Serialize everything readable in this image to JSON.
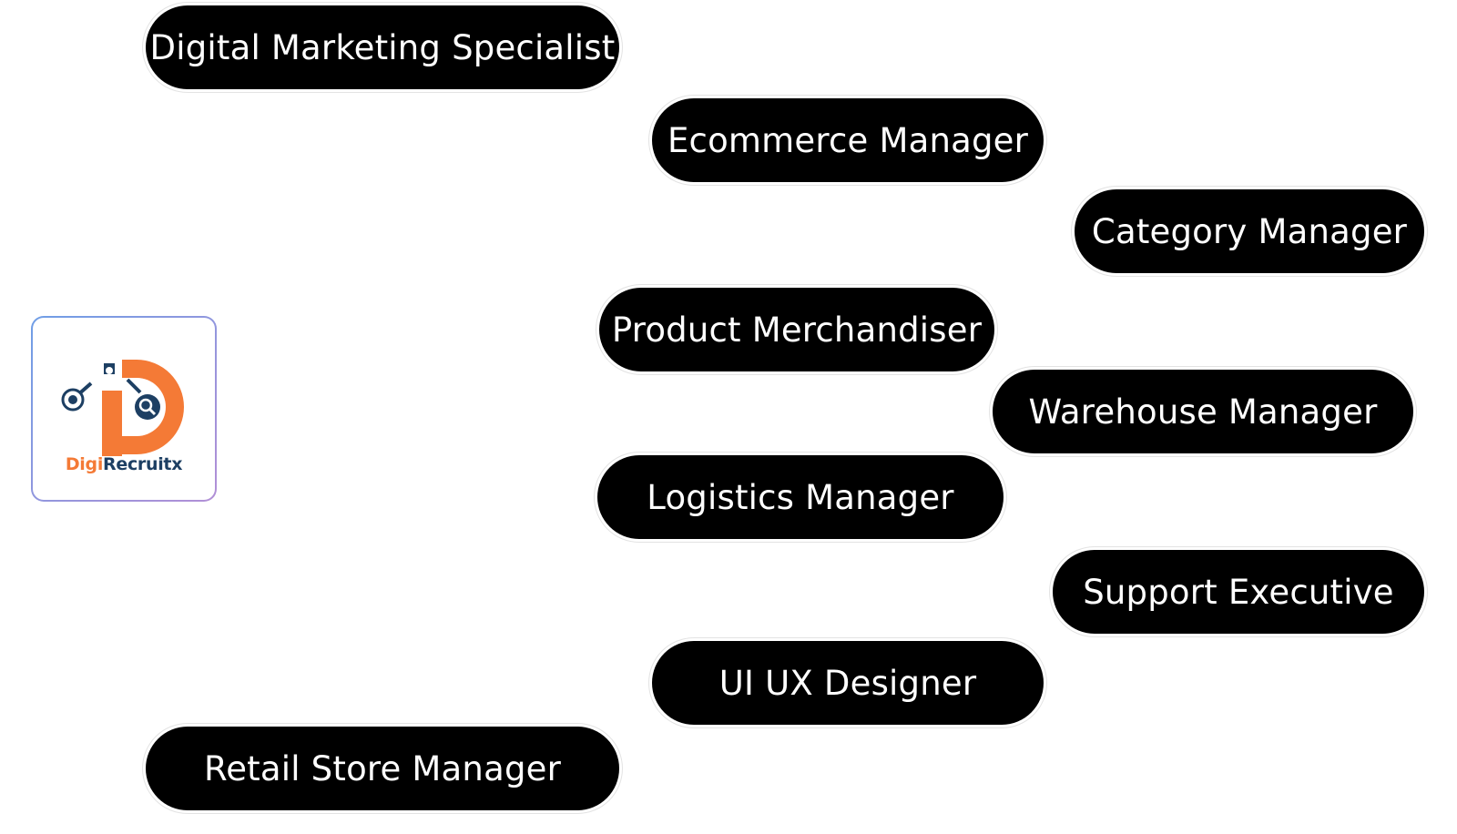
{
  "roles": [
    "Digital Marketing Specialist",
    "Ecommerce Manager",
    "Category Manager",
    "Product Merchandiser",
    "Warehouse Manager",
    "Logistics Manager",
    "Support Executive",
    "UI UX Designer",
    "Retail Store Manager"
  ],
  "logo": {
    "brand_part1": "Digi",
    "brand_part2": "Recruitx",
    "icon": "d-letter-network-icon"
  },
  "colors": {
    "pill_background": "#000000",
    "pill_text": "#ffffff",
    "brand_orange": "#f47a36",
    "brand_navy": "#1d3f63"
  }
}
